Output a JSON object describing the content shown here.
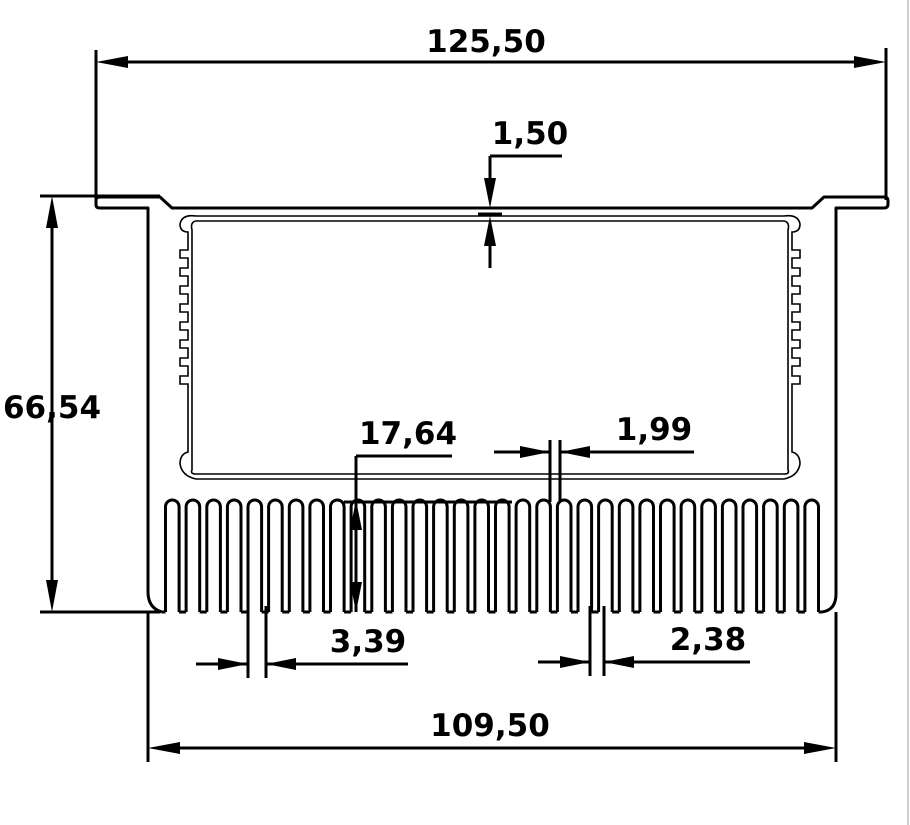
{
  "drawing": {
    "dimensions": {
      "overall_width": "125,50",
      "wall_thickness": "1,50",
      "overall_height": "66,54",
      "fin_height": "17,64",
      "fin_gap": "1,99",
      "fin_pitch": "3,39",
      "fin_thickness": "2,38",
      "body_width": "109,50"
    },
    "fin_count": 32,
    "colors": {
      "line": "#000000",
      "background": "#ffffff"
    }
  }
}
